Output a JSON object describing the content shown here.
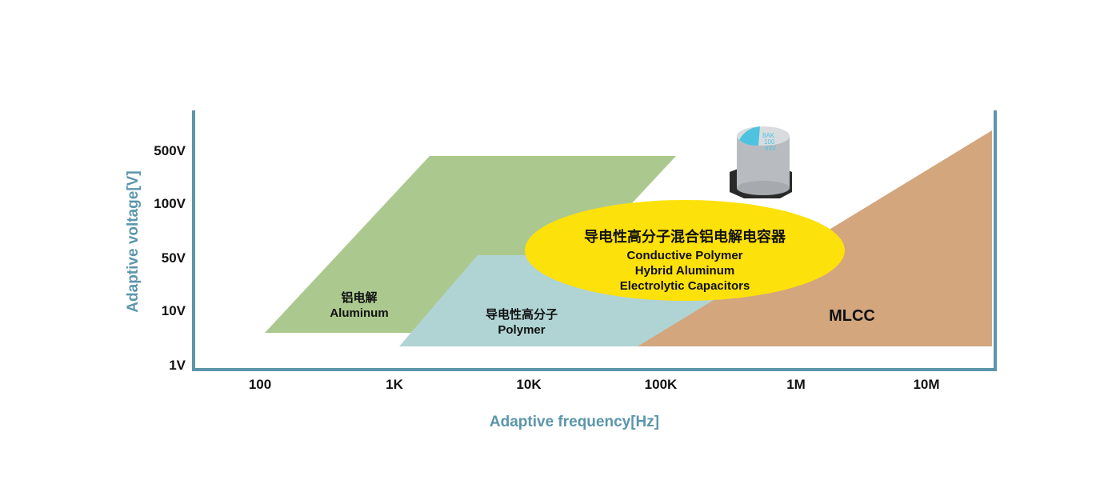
{
  "chart_data": {
    "type": "diagram",
    "xlabel": "Adaptive frequency[Hz]",
    "ylabel": "Adaptive voltage[V]",
    "x_ticks": [
      "100",
      "1K",
      "10K",
      "100K",
      "1M",
      "10M"
    ],
    "y_ticks": [
      "1V",
      "10V",
      "50V",
      "100V",
      "500V"
    ],
    "regions": [
      {
        "id": "aluminum",
        "label_cn": "铝电解",
        "label_en": "Aluminum",
        "color": "#abc98f"
      },
      {
        "id": "polymer",
        "label_cn": "导电性高分子",
        "label_en": "Polymer",
        "color": "#b0d4d4"
      },
      {
        "id": "mlcc",
        "label_en": "MLCC",
        "color": "#d3a67e"
      },
      {
        "id": "hybrid",
        "label_cn": "导电性高分子混合铝电解电容器",
        "label_en_lines": [
          "Conductive Polymer",
          "Hybrid Aluminum",
          "Electrolytic Capacitors"
        ],
        "color": "#fde10a"
      }
    ],
    "axis_color": "#5b96ab"
  },
  "capacitor_marking": [
    "8AK",
    "100",
    "63V"
  ]
}
